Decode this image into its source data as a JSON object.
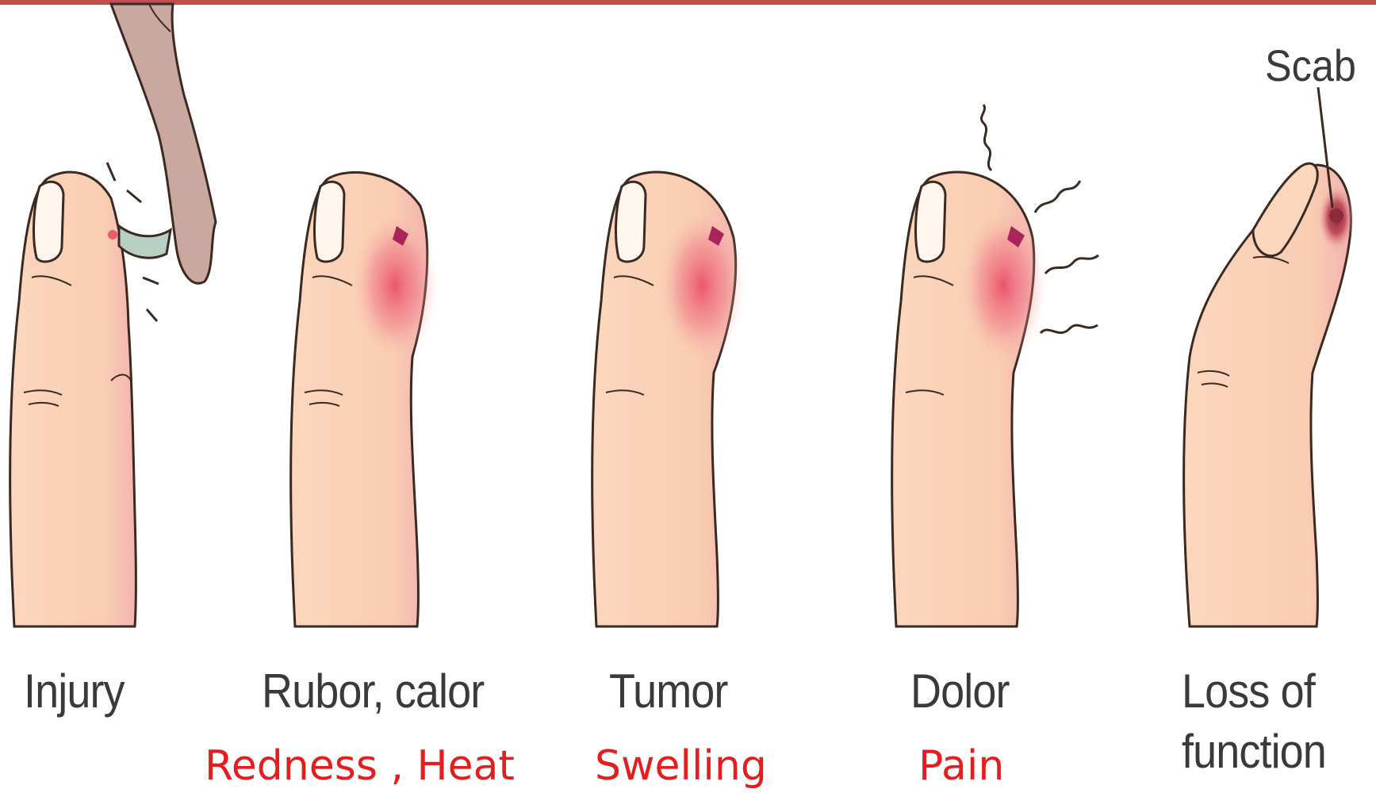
{
  "colors": {
    "top_bar": "#c0504d",
    "skin": "#f9d0b4",
    "skin_outline": "#3a2a22",
    "redness": "#e8405f",
    "translation_text": "#e41e1e",
    "label_text": "#3a3a3a"
  },
  "annotations": {
    "scab": "Scab"
  },
  "stages": [
    {
      "label": "Injury",
      "translation": ""
    },
    {
      "label": "Rubor, calor",
      "translation": "Redness , Heat"
    },
    {
      "label": "Tumor",
      "translation": "Swelling"
    },
    {
      "label": "Dolor",
      "translation": "Pain"
    },
    {
      "label_line1": "Loss of",
      "label_line2": "function",
      "translation": ""
    }
  ]
}
